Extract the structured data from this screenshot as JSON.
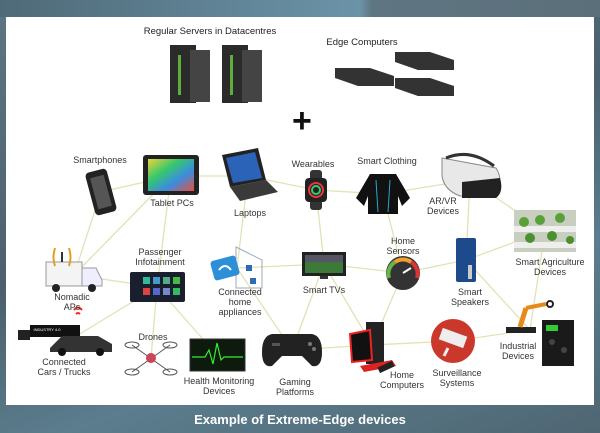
{
  "top": {
    "servers_label": "Regular Servers in Datacentres",
    "edge_label": "Edge Computers",
    "plus_symbol": "+"
  },
  "nodes": {
    "smartphones": "Smartphones",
    "tablets": "Tablet PCs",
    "laptops": "Laptops",
    "wearables": "Wearables",
    "clothing": "Smart Clothing",
    "arvr_1": "AR/VR",
    "arvr_2": "Devices",
    "agri_1": "Smart Agriculture",
    "agri_2": "Devices",
    "speakers_1": "Smart",
    "speakers_2": "Speakers",
    "sensors_1": "Home",
    "sensors_2": "Sensors",
    "tvs": "Smart TVs",
    "appliances_1": "Connected",
    "appliances_2": "home",
    "appliances_3": "appliances",
    "infotainment_1": "Passenger",
    "infotainment_2": "Infotainment",
    "nomadic_1": "Nomadic",
    "nomadic_2": "APs",
    "cars_1": "Connected",
    "cars_2": "Cars / Trucks",
    "truck_text": "INDUSTRY 4.0",
    "drones": "Drones",
    "health_1": "Health Monitoring",
    "health_2": "Devices",
    "gaming_1": "Gaming",
    "gaming_2": "Platforms",
    "homecomp_1": "Home",
    "homecomp_2": "Computers",
    "surveillance_1": "Surveillance",
    "surveillance_2": "Systems",
    "industrial_1": "Industrial",
    "industrial_2": "Devices"
  },
  "edges": [
    [
      "smartphones",
      "tablets"
    ],
    [
      "smartphones",
      "nomadic"
    ],
    [
      "tablets",
      "laptops"
    ],
    [
      "tablets",
      "nomadic"
    ],
    [
      "tablets",
      "infotainment"
    ],
    [
      "laptops",
      "wearables"
    ],
    [
      "laptops",
      "appliances"
    ],
    [
      "wearables",
      "clothing"
    ],
    [
      "wearables",
      "tvs"
    ],
    [
      "clothing",
      "arvr"
    ],
    [
      "clothing",
      "sensors"
    ],
    [
      "arvr",
      "speakers"
    ],
    [
      "arvr",
      "agri"
    ],
    [
      "agri",
      "speakers"
    ],
    [
      "agri",
      "industrial"
    ],
    [
      "speakers",
      "sensors"
    ],
    [
      "speakers",
      "industrial"
    ],
    [
      "sensors",
      "tvs"
    ],
    [
      "sensors",
      "homecomp"
    ],
    [
      "tvs",
      "homecomp"
    ],
    [
      "tvs",
      "gaming"
    ],
    [
      "appliances",
      "tvs"
    ],
    [
      "appliances",
      "gaming"
    ],
    [
      "infotainment",
      "nomadic"
    ],
    [
      "infotainment",
      "cars"
    ],
    [
      "infotainment",
      "drones"
    ],
    [
      "infotainment",
      "health"
    ],
    [
      "gaming",
      "homecomp"
    ],
    [
      "homecomp",
      "surveillance"
    ],
    [
      "surveillance",
      "industrial"
    ]
  ],
  "caption": "Example of Extreme-Edge devices",
  "colors": {
    "edge": "#e2e2b6",
    "background": "#56707d",
    "panel": "#ffffff"
  }
}
